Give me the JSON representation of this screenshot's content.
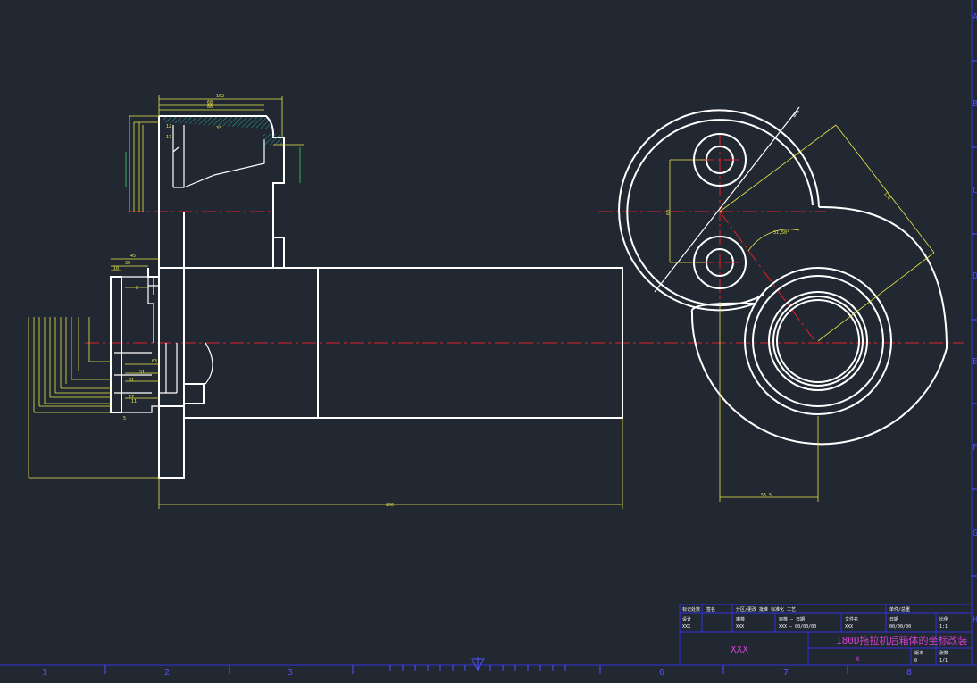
{
  "ruler": {
    "bottom_numbers": [
      "1",
      "2",
      "3",
      "6",
      "7",
      "8"
    ],
    "right_letters": [
      "A",
      "B",
      "C",
      "D",
      "E",
      "F",
      "G",
      "H"
    ]
  },
  "dims": {
    "top_overall": "102",
    "top_mid": "68",
    "top_inner": "86",
    "inner_33": "33",
    "d12": "12",
    "d17": "17",
    "d45": "45",
    "d30": "30",
    "d10": "10",
    "d8": "8",
    "d63": "63",
    "d51": "51",
    "d31": "31",
    "d27": "27",
    "d11": "11",
    "d5": "5",
    "bottom_length": "260",
    "radius_ang": "31,50°",
    "center_gap": "60",
    "diag_long": "126",
    "bottom_offset": "56.5",
    "phi_label": "ø68"
  },
  "title_block": {
    "r1_c1": "标记处数",
    "r1_c2": "签名",
    "r1_c3": "分区/更改   批准   标准化    工艺",
    "r1_c4": "单件/总重",
    "r2_c1": "设计",
    "r2_c1v": "XXX",
    "r2_c2": "审核",
    "r2_c2v": "XXX",
    "r2_c3": "审核 — 日期",
    "r2_c3v": "XXX — 00/00/00",
    "r2_c4": "文件名",
    "r2_c4v": "XXX",
    "r2_c5": "日期",
    "r2_c5v": "00/00/00",
    "r2_c6": "比例",
    "r2_c6v": "1:1",
    "company": "XXX",
    "title": "180D拖拉机后箱体的坐标改装",
    "drawing_no": "x",
    "sheet_label": "版本",
    "sheet_val": "0",
    "page_label": "张数",
    "page_val": "1/1"
  },
  "colors": {
    "background": "#222831",
    "outline": "#ffffff",
    "centerline": "#e0202a",
    "dimension": "#e8e84a",
    "title_text": "#d040d0",
    "frame": "#3232e0"
  }
}
